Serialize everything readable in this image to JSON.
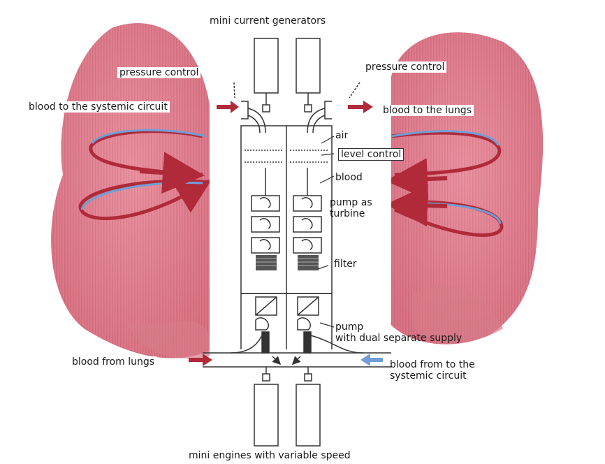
{
  "labels": {
    "mini_current_generators": "mini current generators",
    "pressure_control_left": "pressure control",
    "pressure_control_right": "pressure control",
    "blood_to_systemic": "blood to the systemic circuit",
    "blood_to_lungs": "blood to the lungs",
    "air": "air",
    "level_control": "level control",
    "blood": "blood",
    "pump_as_turbine": "pump as\nturbine",
    "filter": "filter",
    "pump_dual_supply": "pump\nwith dual separate supply",
    "blood_from_lungs": "blood from lungs",
    "blood_from_systemic": "blood from to the\nsystemic circuit",
    "mini_engines": "mini engines with variable speed"
  },
  "colors": {
    "lung_fill": "#e07a8a",
    "lung_shade": "#c95a6c",
    "arrow_red": "#b02a3a",
    "arrow_blue": "#6f9fd6",
    "line": "#333333"
  }
}
